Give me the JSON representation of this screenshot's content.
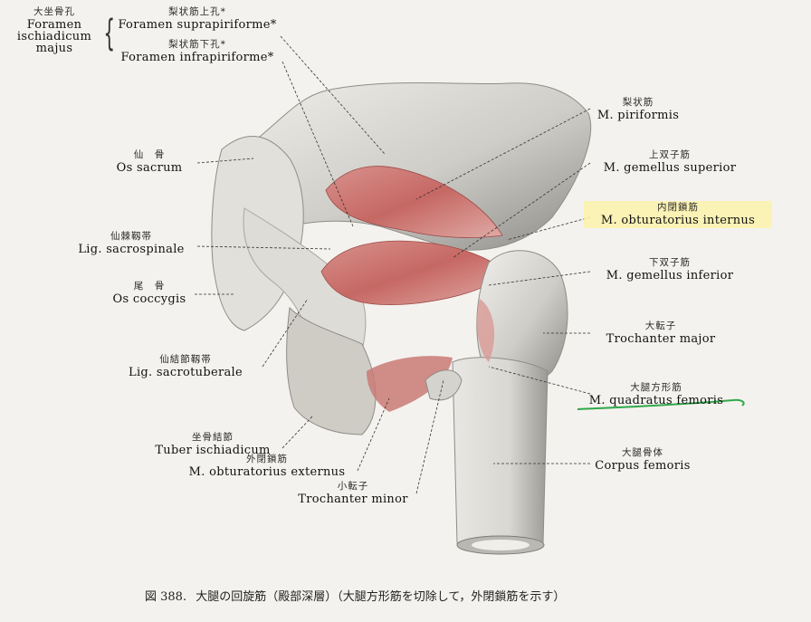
{
  "figure": {
    "number": "図 388.",
    "caption": "大腿の回旋筋（殿部深層）（大腿方形筋を切除して，外閉鎖筋を示す）"
  },
  "labels": {
    "foramen_ischiadicum_majus": {
      "jp": "大坐骨孔",
      "en1": "Foramen",
      "en2": "ischiadicum",
      "en3": "majus"
    },
    "foramen_suprapiriforme": {
      "jp": "梨状筋上孔*",
      "en": "Foramen suprapiriforme*"
    },
    "foramen_infrapiriforme": {
      "jp": "梨状筋下孔*",
      "en": "Foramen infrapiriforme*"
    },
    "os_sacrum": {
      "jp": "仙　骨",
      "en": "Os sacrum"
    },
    "lig_sacrospinale": {
      "jp": "仙棘靱帯",
      "en": "Lig. sacrospinale"
    },
    "os_coccygis": {
      "jp": "尾　骨",
      "en": "Os coccygis"
    },
    "lig_sacrotuberale": {
      "jp": "仙結節靱帯",
      "en": "Lig. sacrotuberale"
    },
    "tuber_ischiadicum": {
      "jp": "坐骨結節",
      "en": "Tuber ischiadicum"
    },
    "m_obturatorius_externus": {
      "jp": "外閉鎖筋",
      "en": "M. obturatorius externus"
    },
    "trochanter_minor": {
      "jp": "小転子",
      "en": "Trochanter minor"
    },
    "m_piriformis": {
      "jp": "梨状筋",
      "en": "M. piriformis"
    },
    "m_gemellus_superior": {
      "jp": "上双子筋",
      "en": "M. gemellus superior"
    },
    "m_obturatorius_internus": {
      "jp": "内閉鎖筋",
      "en": "M. obturatorius internus"
    },
    "m_gemellus_inferior": {
      "jp": "下双子筋",
      "en": "M. gemellus inferior"
    },
    "trochanter_major": {
      "jp": "大転子",
      "en": "Trochanter major"
    },
    "m_quadratus_femoris": {
      "jp": "大腿方形筋",
      "en": "M. quadratus femoris"
    },
    "corpus_femoris": {
      "jp": "大腿骨体",
      "en": "Corpus femoris"
    }
  },
  "colors": {
    "muscle": "#c9706c",
    "bone": "#e4e2dd",
    "highlight": "#fcf2aa",
    "underline": "#2fa84a"
  }
}
